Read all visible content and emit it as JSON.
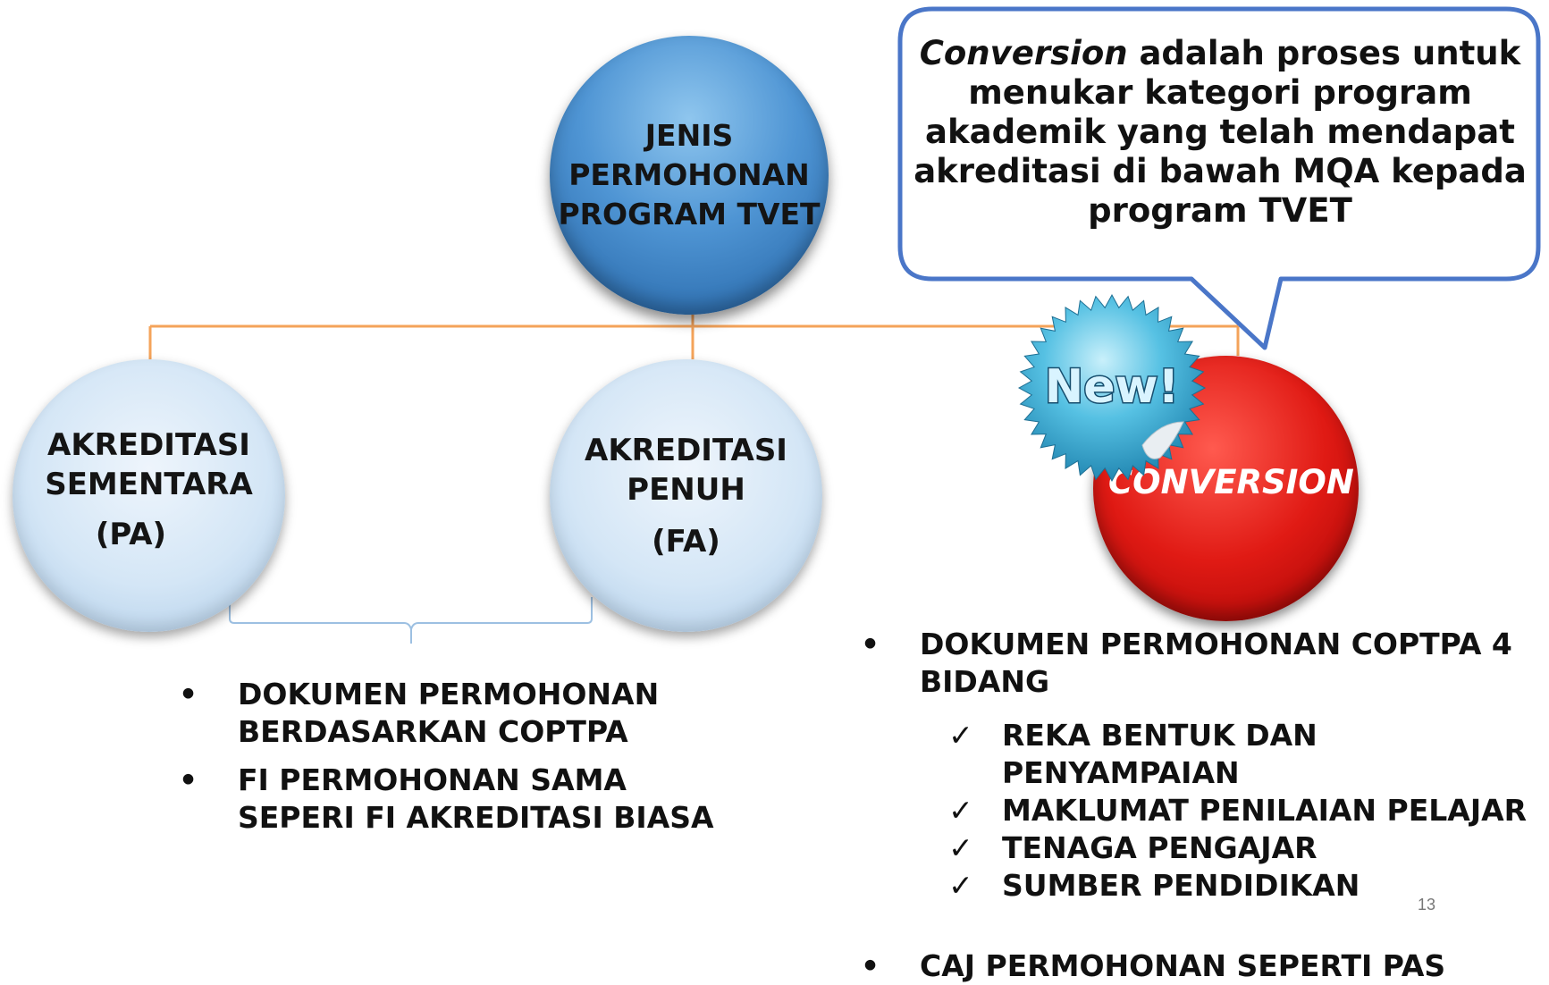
{
  "root": {
    "label_lines": [
      "JENIS",
      "PERMOHONAN",
      "PROGRAM TVET"
    ]
  },
  "branches": {
    "pa": {
      "label_lines": [
        "AKREDITASI",
        "SEMENTARA",
        "(PA)"
      ]
    },
    "fa": {
      "label_lines": [
        "AKREDITASI",
        "PENUH",
        "(FA)"
      ]
    },
    "conversion": {
      "label": "CONVERSION"
    }
  },
  "callout": {
    "term": "Conversion",
    "text_lines": [
      "adalah proses untuk",
      "menukar kategori program",
      "akademik yang telah mendapat",
      "akreditasi di bawah MQA kepada",
      "program TVET"
    ]
  },
  "badge": {
    "label": "New!"
  },
  "left_notes": [
    {
      "lines": [
        "DOKUMEN PERMOHONAN",
        "BERDASARKAN COPTPA"
      ]
    },
    {
      "lines": [
        "FI PERMOHONAN SAMA",
        "SEPERI FI AKREDITASI BIASA"
      ]
    }
  ],
  "right_notes": {
    "first_lines": [
      "DOKUMEN PERMOHONAN COPTPA 4",
      "BIDANG"
    ],
    "checks": [
      "REKA BENTUK DAN PENYAMPAIAN",
      "MAKLUMAT PENILAIAN PELAJAR",
      "TENAGA PENGAJAR",
      "SUMBER PENDIDIKAN"
    ],
    "last_line": "CAJ PERMOHONAN SEPERTI PAS"
  },
  "glyphs": {
    "bullet": "•",
    "check": "✓"
  },
  "page_number": "13",
  "colors": {
    "connector": "#f4a35a",
    "brace": "#9dc0e2",
    "callout_border": "#4a76c8",
    "badge": "#3aa3c9"
  }
}
